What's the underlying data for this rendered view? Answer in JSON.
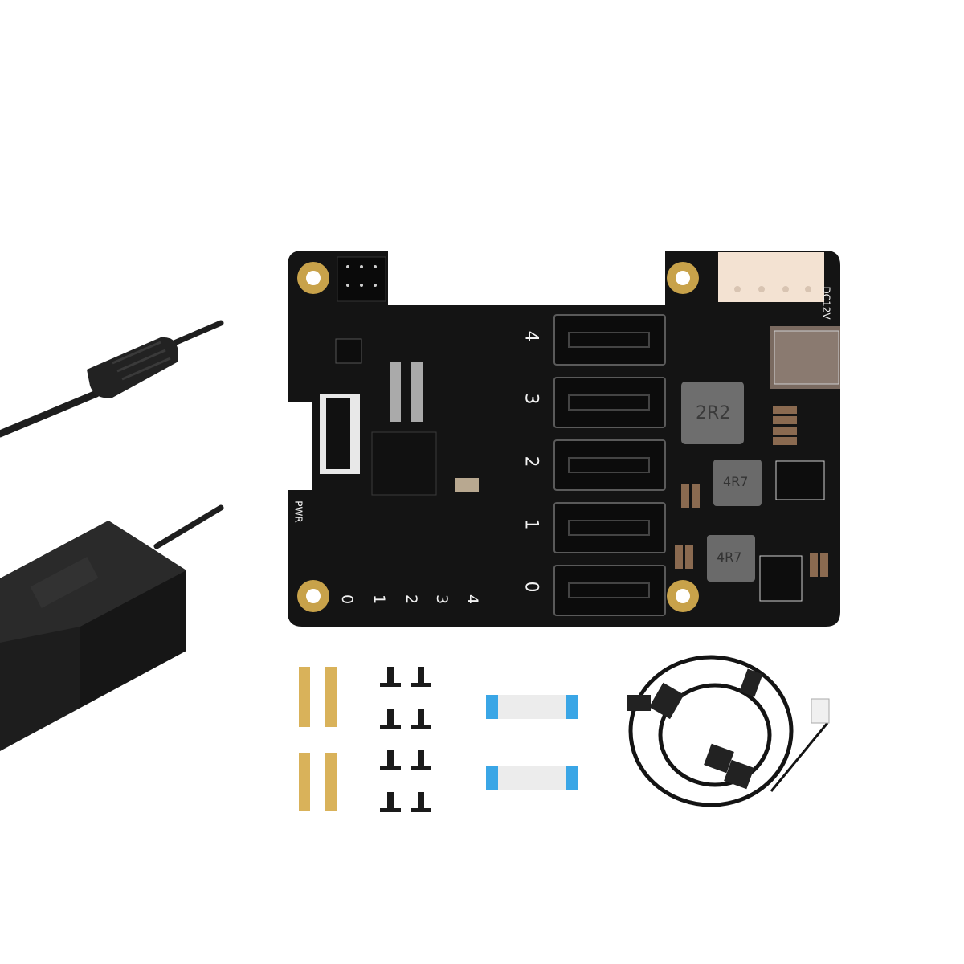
{
  "scene": {
    "subject": "SATA HAT expansion board kit",
    "background": "#ffffff"
  },
  "board": {
    "color": "#141414",
    "mounting_hole_color": "#c8a24a",
    "sata_labels": [
      "4",
      "3",
      "2",
      "1",
      "0"
    ],
    "led_labels": [
      "0",
      "1",
      "2",
      "3",
      "4"
    ],
    "pwr_label": "PWR",
    "power_label": "DC12V",
    "inductors": [
      "2R2",
      "4R7",
      "4R7"
    ],
    "sata_port_count": 5
  },
  "accessories": {
    "standoffs": 4,
    "screws": 8,
    "ffc_cables": 2,
    "ffc_tab_color": "#3aa6e6",
    "sata_power_cable": 1
  },
  "power_adapter": {
    "color": "#1b1b1b"
  }
}
